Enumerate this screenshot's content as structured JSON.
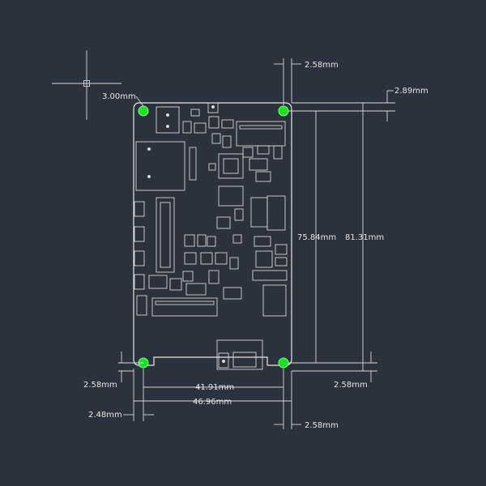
{
  "dimensions": {
    "top_right_offset": "2.58mm",
    "top_hole_offset": "2.89mm",
    "top_left_hole": "3.00mm",
    "inner_height": "75.84mm",
    "outer_height": "81.31mm",
    "bottom_left_offset": "2.58mm",
    "bottom_right_offset": "2.58mm",
    "inner_width": "41.91mm",
    "outer_width": "46.96mm",
    "left_edge_offset": "2.48mm",
    "bottom_right_edge": "2.58mm"
  },
  "colors": {
    "background": "#2a323d",
    "lines": "#d9d9d9",
    "mounting_hole": "#19e31f"
  }
}
